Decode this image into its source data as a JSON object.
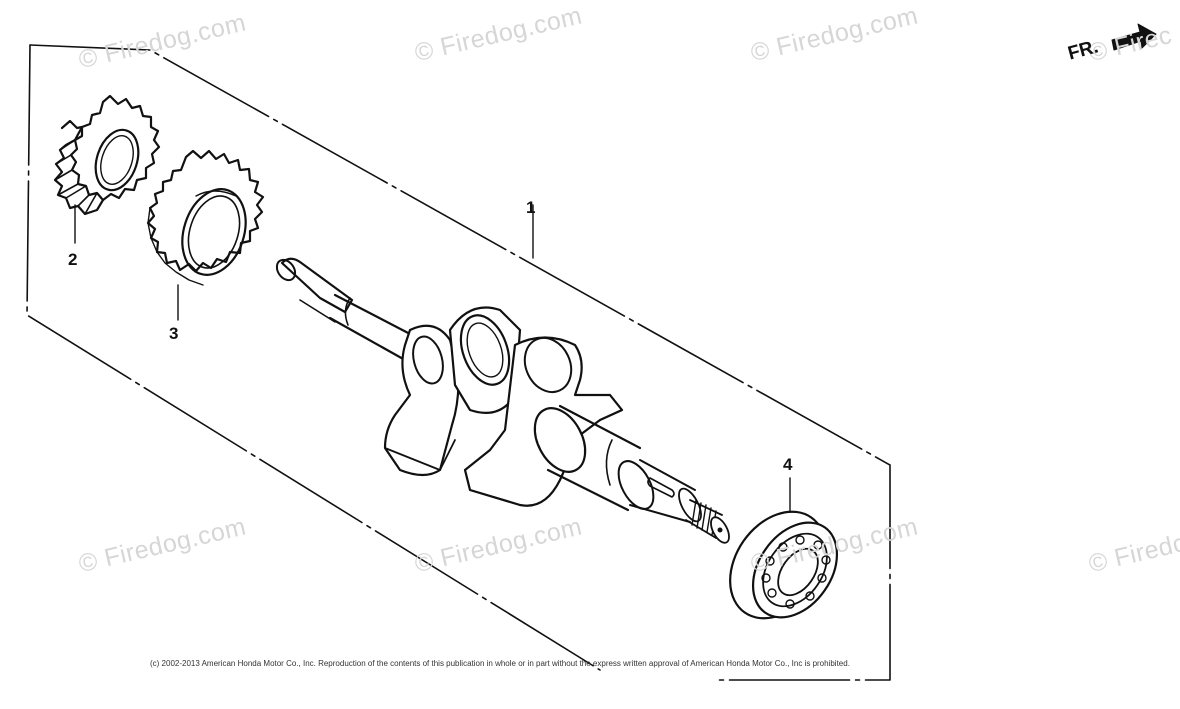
{
  "watermark": {
    "text": "© Firedog.com",
    "partial_right": "© Firedc",
    "partial_top_right": "© Firec"
  },
  "direction_indicator": {
    "label": "FR."
  },
  "callouts": {
    "item1": "1",
    "item2": "2",
    "item3": "3",
    "item4": "4"
  },
  "copyright": "(c) 2002-2013 American Honda Motor Co., Inc. Reproduction of the contents of this publication in whole or in part without the express written approval of American Honda Motor Co., Inc is prohibited."
}
